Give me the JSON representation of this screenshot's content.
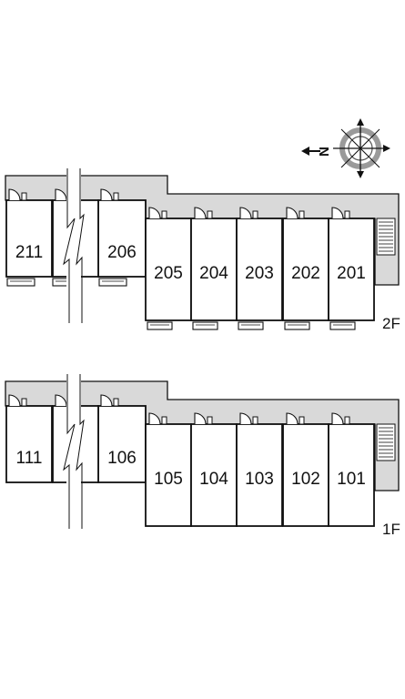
{
  "compass": {
    "label": "N",
    "icon": "compass-icon"
  },
  "floors": [
    {
      "label": "2F",
      "units": [
        "211",
        "206",
        "205",
        "204",
        "203",
        "202",
        "201"
      ]
    },
    {
      "label": "1F",
      "units": [
        "111",
        "106",
        "105",
        "104",
        "103",
        "102",
        "101"
      ]
    }
  ],
  "colors": {
    "corridor": "#d9d9d9",
    "wall": "#111111",
    "background": "#ffffff"
  }
}
